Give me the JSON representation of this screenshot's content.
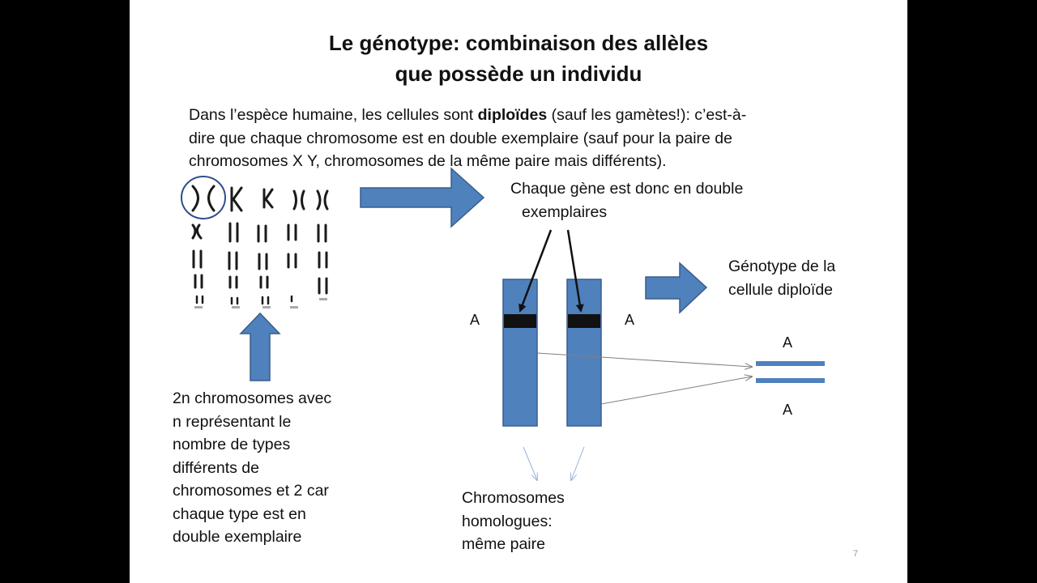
{
  "colors": {
    "background": "#000000",
    "slide": "#ffffff",
    "shape_fill": "#4f81bd",
    "shape_stroke": "#385d8a",
    "band": "#111111",
    "thin_arrow": "#7f7f7f",
    "pale_arrow": "#95b3d7"
  },
  "title": {
    "line1": "Le génotype: combinaison des allèles",
    "line2": "que possède un individu"
  },
  "intro": {
    "line1_before": "Dans l’espèce humaine, les cellules sont ",
    "line1_bold": "diploïdes",
    "line1_after": " (sauf les gamètes!): c’est-à-",
    "line2": "dire que chaque chromosome est en double exemplaire (sauf pour la paire de",
    "line3": "chromosomes X Y, chromosomes de la même paire mais différents)."
  },
  "gene_note": {
    "line1": "Chaque gène est donc en double",
    "line2": "exemplaires"
  },
  "genotype_note": {
    "line1": "Génotype de la",
    "line2": "cellule diploïde"
  },
  "karyotype_note": [
    "2n chromosomes avec",
    "n représentant le",
    "nombre de types",
    "différents de",
    "chromosomes et 2 car",
    "chaque type est en",
    "double exemplaire"
  ],
  "homologous_note": [
    "Chromosomes",
    "homologues:",
    "même paire"
  ],
  "alleles": {
    "left_chromosome": "A",
    "right_chromosome": "A",
    "genotype_top": "A",
    "genotype_bottom": "A"
  },
  "karyotype_icon": "karyotype-image",
  "slide_number": "7"
}
